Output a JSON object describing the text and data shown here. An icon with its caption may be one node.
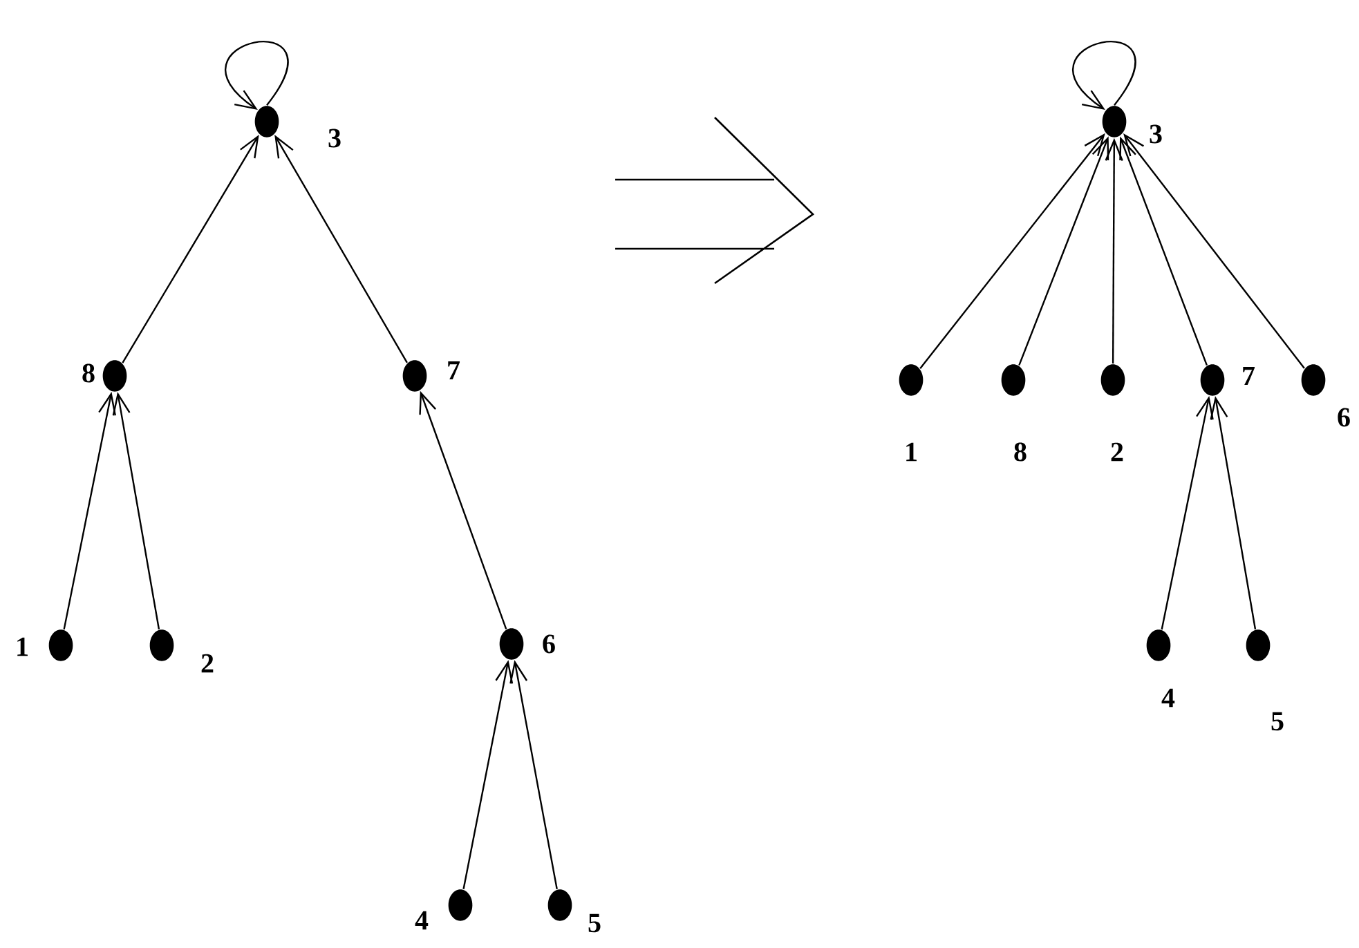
{
  "diagram": {
    "nodes": [
      {
        "text": [],
        "shape": "circle",
        "beside": [
          "3"
        ]
      },
      {
        "text": [],
        "shape": "circle",
        "beside": [
          "8"
        ]
      },
      {
        "text": [],
        "shape": "circle",
        "beside": [
          "7"
        ]
      },
      {
        "text": [],
        "shape": "circle",
        "beside": [
          "1"
        ]
      },
      {
        "text": [],
        "shape": "circle",
        "beside": [
          "2"
        ]
      },
      {
        "text": [],
        "shape": "circle",
        "beside": [
          "6"
        ]
      },
      {
        "text": [],
        "shape": "circle",
        "beside": [
          "4"
        ]
      },
      {
        "text": [],
        "shape": "circle",
        "beside": [
          "5"
        ]
      },
      {
        "text": [],
        "shape": "circle",
        "beside": [
          "3"
        ]
      },
      {
        "text": [],
        "shape": "circle",
        "beside": [
          "1"
        ]
      },
      {
        "text": [],
        "shape": "circle",
        "beside": [
          "8"
        ]
      },
      {
        "text": [],
        "shape": "circle",
        "beside": [
          "2"
        ]
      },
      {
        "text": [],
        "shape": "circle",
        "beside": [
          "7"
        ]
      },
      {
        "text": [],
        "shape": "circle",
        "beside": [
          "6"
        ]
      },
      {
        "text": [],
        "shape": "circle",
        "beside": [
          "4"
        ]
      },
      {
        "text": [],
        "shape": "circle",
        "beside": [
          "5"
        ]
      }
    ],
    "edges": [
      {
        "from": 0,
        "to": 0,
        "arrow": "to"
      },
      {
        "from": 1,
        "to": 0,
        "arrow": "to"
      },
      {
        "from": 2,
        "to": 0,
        "arrow": "to"
      },
      {
        "from": 3,
        "to": 1,
        "arrow": "to"
      },
      {
        "from": 4,
        "to": 1,
        "arrow": "to"
      },
      {
        "from": 5,
        "to": 2,
        "arrow": "to"
      },
      {
        "from": 6,
        "to": 5,
        "arrow": "to"
      },
      {
        "from": 7,
        "to": 5,
        "arrow": "to"
      },
      {
        "from": 8,
        "to": 8,
        "arrow": "to"
      },
      {
        "from": 9,
        "to": 8,
        "arrow": "to"
      },
      {
        "from": 10,
        "to": 8,
        "arrow": "to"
      },
      {
        "from": 11,
        "to": 8,
        "arrow": "to"
      },
      {
        "from": 12,
        "to": 8,
        "arrow": "to"
      },
      {
        "from": 13,
        "to": 8,
        "arrow": "to"
      },
      {
        "from": 14,
        "to": 12,
        "arrow": "to"
      },
      {
        "from": 15,
        "to": 12,
        "arrow": "to"
      }
    ]
  }
}
